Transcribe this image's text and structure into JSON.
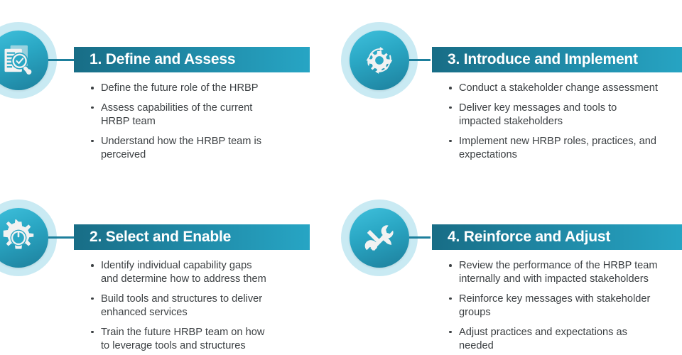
{
  "theme": {
    "background": "#ffffff",
    "bar_gradient_start": "#186d86",
    "bar_gradient_end": "#27a5c4",
    "medallion_ring": "#c9eaf3",
    "medallion_fill_start": "#3fc0dc",
    "medallion_fill_end": "#1d7f9c",
    "icon_color": "#f2f2f2",
    "connector_color": "#1d7f9c",
    "body_text_color": "#3c4043",
    "title_text_color": "#ffffff"
  },
  "steps": [
    {
      "icon": "document-magnifier-check-icon",
      "title": "1. Define and Assess",
      "bullets": [
        "Define the future role of the HRBP",
        "Assess capabilities of the current\nHRBP team",
        "Understand how the HRBP team is\nperceived"
      ]
    },
    {
      "icon": "gear-power-icon",
      "title": "2. Select and Enable",
      "bullets": [
        "Identify individual capability gaps\nand determine how to address them",
        "Build tools and structures to deliver\nenhanced services",
        "Train the future HRBP team on how\nto leverage tools and structures"
      ]
    },
    {
      "icon": "gear-cycle-arrows-icon",
      "title": "3. Introduce and Implement",
      "bullets": [
        "Conduct a stakeholder change assessment",
        "Deliver key messages and tools to\nimpacted stakeholders",
        "Implement new HRBP roles, practices, and\nexpectations"
      ]
    },
    {
      "icon": "hammer-wrench-icon",
      "title": "4. Reinforce and Adjust",
      "bullets": [
        "Review the performance of the HRBP team\ninternally and with impacted stakeholders",
        "Reinforce key messages with stakeholder\ngroups",
        "Adjust practices and expectations as\nneeded"
      ]
    }
  ]
}
